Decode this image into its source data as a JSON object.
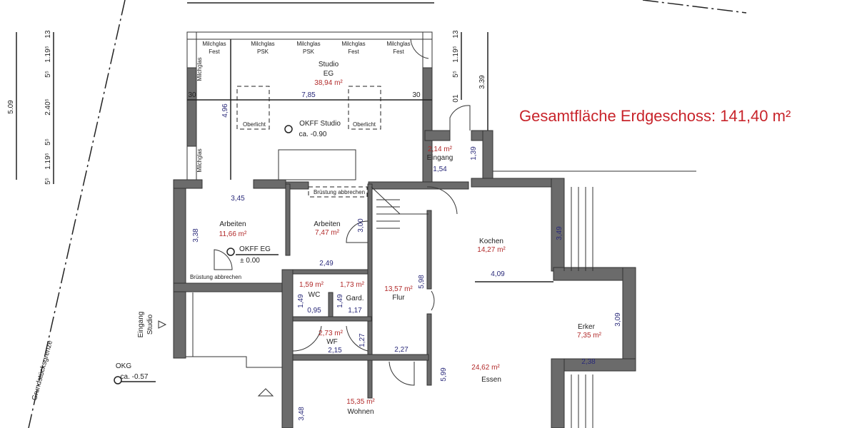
{
  "title": "Gesamtfläche Erdgeschoss: 141,40 m²",
  "colors": {
    "title": "#c8242b",
    "area": "#b22a2a",
    "dimension": "#2a2a7a",
    "wall": "#6b6b6b"
  },
  "rooms": {
    "studio": {
      "name": "Studio",
      "level": "EG",
      "area": "38,94 m²"
    },
    "arbeiten1": {
      "name": "Arbeiten",
      "area": "11,66 m²"
    },
    "arbeiten2": {
      "name": "Arbeiten",
      "area": "7,47 m²"
    },
    "wc": {
      "name": "WC",
      "area": "1,59 m²"
    },
    "gard": {
      "name": "Gard.",
      "area": "1,73 m²"
    },
    "flur": {
      "name": "Flur",
      "area": "13,57 m²"
    },
    "wf": {
      "name": "WF",
      "area": "2,73 m²"
    },
    "eingang": {
      "name": "Eingang",
      "area": "2,14 m²"
    },
    "kochen": {
      "name": "Kochen",
      "area": "14,27 m²"
    },
    "erker": {
      "name": "Erker",
      "area": "7,35 m²"
    },
    "essen": {
      "name": "Essen",
      "area": "24,62 m²"
    },
    "wohnen": {
      "name": "Wohnen",
      "area": "15,35 m²"
    }
  },
  "dimensions": {
    "studio_width": "7,85",
    "studio_depth": "4,96",
    "studio_wall_l": "30",
    "studio_wall_r": "30",
    "arb1_w": "3,45",
    "arb1_d": "3,38",
    "arb2_d": "3,00",
    "arb2_w": "2,49",
    "wc_d": "1,49",
    "wc_w": "0,95",
    "gard_d": "1,49",
    "gard_w": "1,17",
    "wf_d": "1,27",
    "wf_w": "2,15",
    "flur_w": "2,27",
    "flur_d": "5,98",
    "essen_d": "5,99",
    "kochen_w": "4,09",
    "kochen_d": "3,49",
    "erker_d": "3,09",
    "erker_w": "2,38",
    "wohnen_d": "3,48",
    "eingang_w": "1,54",
    "eingang_d": "1,39",
    "left_total": "5.09",
    "left_chain": [
      "13",
      "1.19⁵",
      "5⁵",
      "2.40⁵",
      "5⁵",
      "1.19⁵",
      "5⁵"
    ],
    "right_chain": [
      "13",
      "1.19⁵",
      "5⁵",
      "01"
    ],
    "right_total": "3.39"
  },
  "annotations": {
    "milchglas": "Milchglas",
    "fest": "Fest",
    "psk": "PSK",
    "oberlicht": "Oberlicht",
    "okff_studio": "OKFF Studio",
    "okff_studio_val": "ca. -0.90",
    "okff_eg": "OKFF EG",
    "okff_eg_val": "± 0.00",
    "bruestung": "Brüstung abbrechen",
    "eingang_studio_1": "Eingang",
    "eingang_studio_2": "Studio",
    "okg": "OKG",
    "okg_val": "ca. -0.57",
    "grenze": "Grundstücksgrenze"
  }
}
